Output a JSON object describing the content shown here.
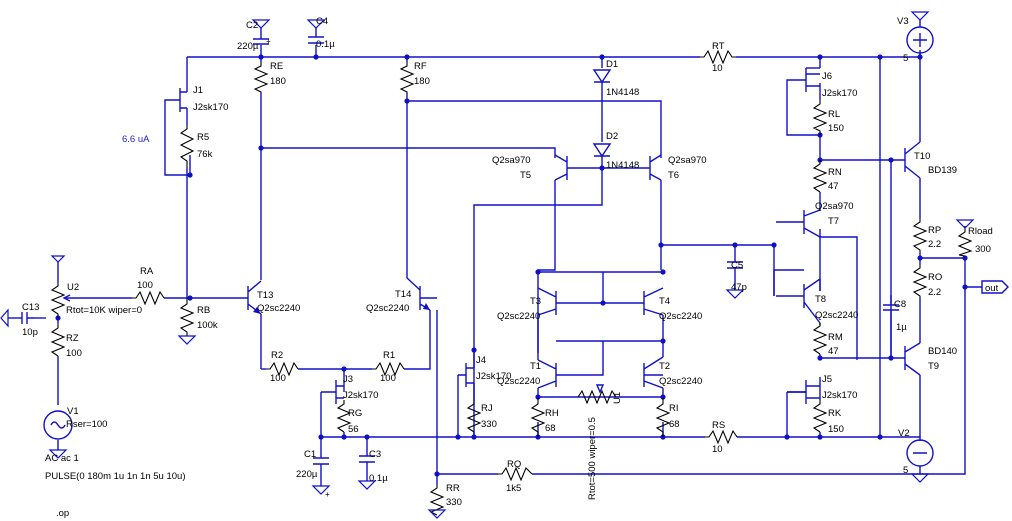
{
  "components": {
    "C2": {
      "name": "C2",
      "value": "220µ"
    },
    "C4": {
      "name": "C4",
      "value": "0.1µ"
    },
    "J1": {
      "name": "J1",
      "value": "J2sk170"
    },
    "RE": {
      "name": "RE",
      "value": "180"
    },
    "RF": {
      "name": "RF",
      "value": "180"
    },
    "D1": {
      "name": "D1",
      "value": "1N4148"
    },
    "D2": {
      "name": "D2",
      "value": "1N4148"
    },
    "RT": {
      "name": "RT",
      "value": "10"
    },
    "V3": {
      "name": "V3",
      "value": "5"
    },
    "J6": {
      "name": "J6",
      "value": "J2sk170"
    },
    "RL": {
      "name": "RL",
      "value": "150"
    },
    "R5": {
      "name": "R5",
      "value": "76k"
    },
    "T5": {
      "name": "T5",
      "value": "Q2sa970"
    },
    "T6": {
      "name": "T6",
      "value": "Q2sa970"
    },
    "T10": {
      "name": "T10",
      "value": "BD139"
    },
    "RN": {
      "name": "RN",
      "value": "47"
    },
    "T7": {
      "name": "T7",
      "value": "Q2sa970"
    },
    "RP": {
      "name": "RP",
      "value": "2.2"
    },
    "Rload": {
      "name": "Rload",
      "value": "300"
    },
    "RA": {
      "name": "RA",
      "value": "100"
    },
    "U2": {
      "name": "U2",
      "value": "Rtot=10K wiper=0"
    },
    "C13": {
      "name": "C13",
      "value": "10p"
    },
    "RB": {
      "name": "RB",
      "value": "100k"
    },
    "T13": {
      "name": "T13",
      "value": "Q2sc2240"
    },
    "T14": {
      "name": "T14",
      "value": "Q2sc2240"
    },
    "T3": {
      "name": "T3",
      "value": "Q2sc2240"
    },
    "T4": {
      "name": "T4",
      "value": "Q2sc2240"
    },
    "C5": {
      "name": "C5",
      "value": "47p"
    },
    "T8": {
      "name": "T8",
      "value": "Q2sc2240"
    },
    "RO": {
      "name": "RO",
      "value": "2.2"
    },
    "C8": {
      "name": "C8",
      "value": "1µ"
    },
    "RZ": {
      "name": "RZ",
      "value": "100"
    },
    "RM": {
      "name": "RM",
      "value": "47"
    },
    "T9": {
      "name": "T9",
      "value": "BD140"
    },
    "R2": {
      "name": "R2",
      "value": "100"
    },
    "R1": {
      "name": "R1",
      "value": "100"
    },
    "J4": {
      "name": "J4",
      "value": "J2sk170"
    },
    "T1": {
      "name": "T1",
      "value": "Q2sc2240"
    },
    "T2": {
      "name": "T2",
      "value": "Q2sc2240"
    },
    "J3": {
      "name": "J3",
      "value": "J2sk170"
    },
    "J5": {
      "name": "J5",
      "value": "J2sk170"
    },
    "V1": {
      "name": "V1",
      "value": "Rser=100"
    },
    "RG": {
      "name": "RG",
      "value": "56"
    },
    "RJ": {
      "name": "RJ",
      "value": "330"
    },
    "RH": {
      "name": "RH",
      "value": "68"
    },
    "U1": {
      "name": "U1",
      "value": "Rtot=500 wiper=0.5"
    },
    "RI": {
      "name": "RI",
      "value": "68"
    },
    "RS": {
      "name": "RS",
      "value": "10"
    },
    "RK": {
      "name": "RK",
      "value": "150"
    },
    "V2": {
      "name": "V2",
      "value": "5"
    },
    "C1": {
      "name": "C1",
      "value": "220µ"
    },
    "C3": {
      "name": "C3",
      "value": "0.1µ"
    },
    "RQ": {
      "name": "RQ",
      "value": "1k5"
    },
    "RR": {
      "name": "RR",
      "value": "330"
    }
  },
  "annotations": {
    "current": "6.6 uA",
    "ac": "AC ac 1",
    "pulse": "PULSE(0 180m 1u 1n 1n 5u 10u)",
    "op": ".op",
    "out": "out"
  }
}
